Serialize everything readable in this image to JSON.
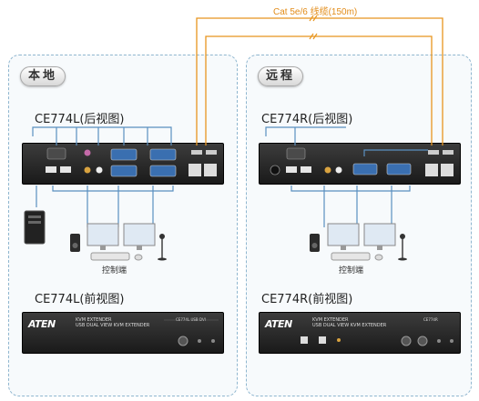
{
  "cable_label": "Cat 5e/6 线缆(150m)",
  "local": {
    "title": "本地",
    "rear_caption": "CE774L(后视图)",
    "front_caption": "CE774L(前视图)",
    "console_label": "控制端"
  },
  "remote": {
    "title": "远程",
    "rear_caption": "CE774R(后视图)",
    "front_caption": "CE774R(前视图)",
    "console_label": "控制端"
  },
  "front_panel": {
    "brand": "ATEN",
    "product_line1": "KVM EXTENDER",
    "product_line2": "USB DUAL VIEW KVM EXTENDER",
    "local_model": "CE774L USB DVI",
    "remote_model": "CE774R"
  },
  "colors": {
    "cable": "#e8951e",
    "panel_border": "#8fb6cf",
    "connector_line": "#5a8fc0"
  }
}
